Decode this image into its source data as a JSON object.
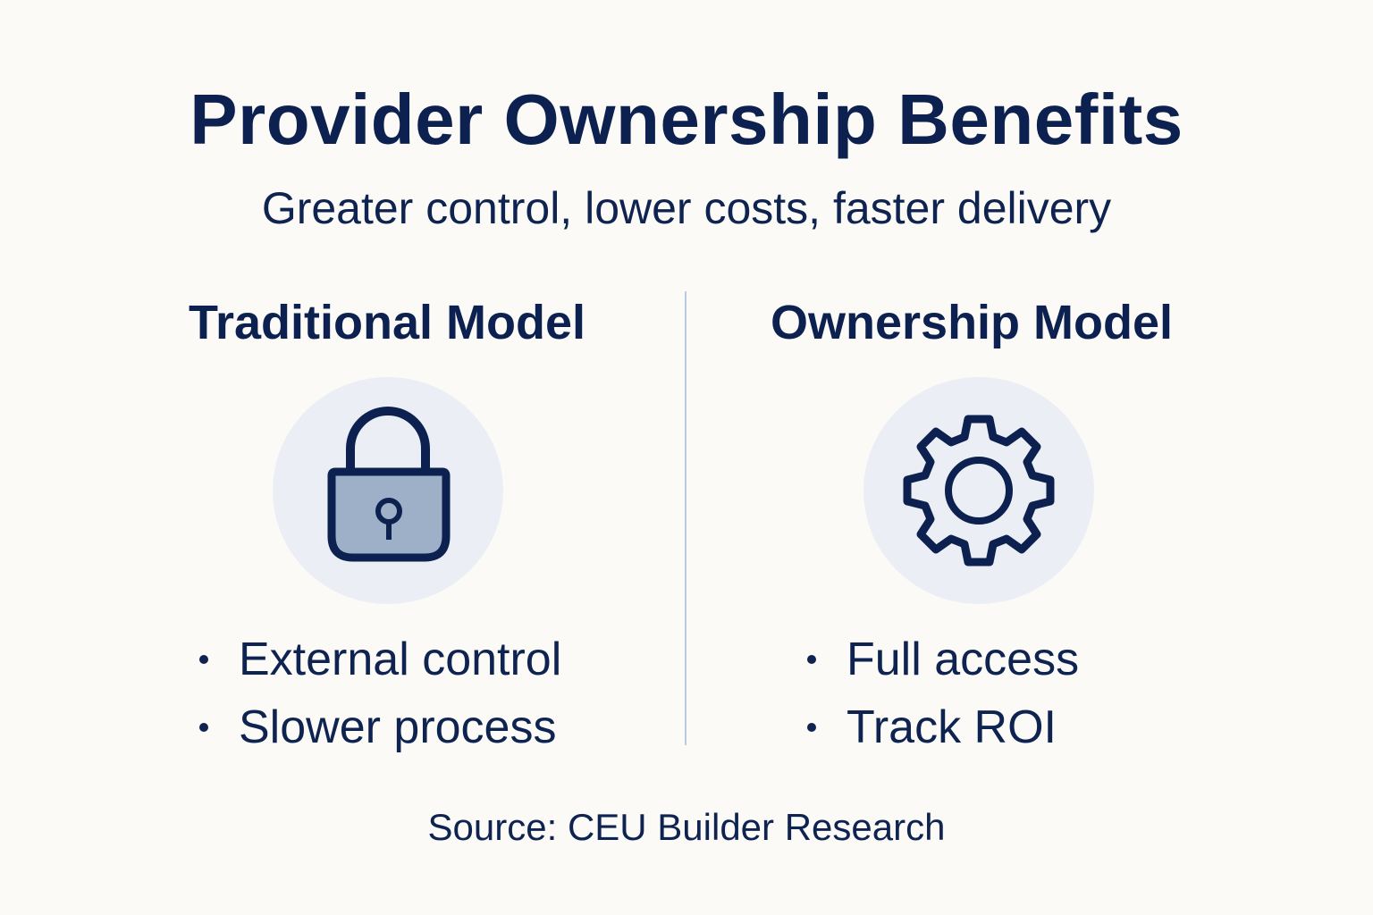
{
  "header": {
    "title": "Provider Ownership Benefits",
    "subtitle": "Greater control, lower costs, faster delivery"
  },
  "columns": [
    {
      "heading": "Traditional Model",
      "icon": "padlock-icon",
      "bullets": [
        "External control",
        "Slower process"
      ]
    },
    {
      "heading": "Ownership Model",
      "icon": "gear-icon",
      "bullets": [
        "Full access",
        "Track ROI"
      ]
    }
  ],
  "footer": {
    "source": "Source: CEU Builder Research"
  },
  "colors": {
    "background": "#fbfaf7",
    "text": "#0d2150",
    "icon_circle": "#ebeff5",
    "lock_fill": "#9eb0c8",
    "divider": "#b9cbe0"
  }
}
